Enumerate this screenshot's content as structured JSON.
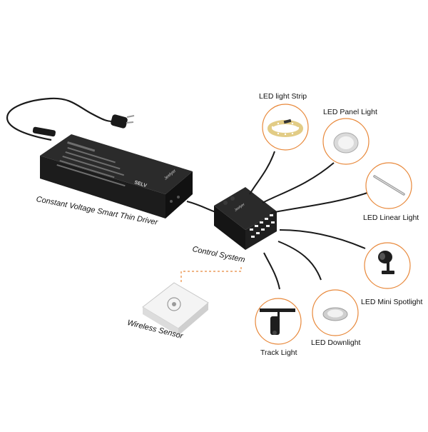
{
  "labels": {
    "driver": "Constant Voltage Smart Thin Driver",
    "control": "Control System",
    "sensor": "Wireless Sensor",
    "strip": "LED light Strip",
    "panel": "LED Panel Light",
    "linear": "LED Linear Light",
    "spotlight": "LED Mini Spotlight",
    "downlight": "LED Downlight",
    "track": "Track Light"
  },
  "device_text": {
    "driver_brand": "Jeelyer",
    "driver_selv": "SELV",
    "controller_brand": "Jeelyer"
  },
  "colors": {
    "accent_ring": "#e8883a",
    "device_body": "#222222",
    "cable": "#1a1a1a",
    "dashed_link": "#e8883a"
  }
}
